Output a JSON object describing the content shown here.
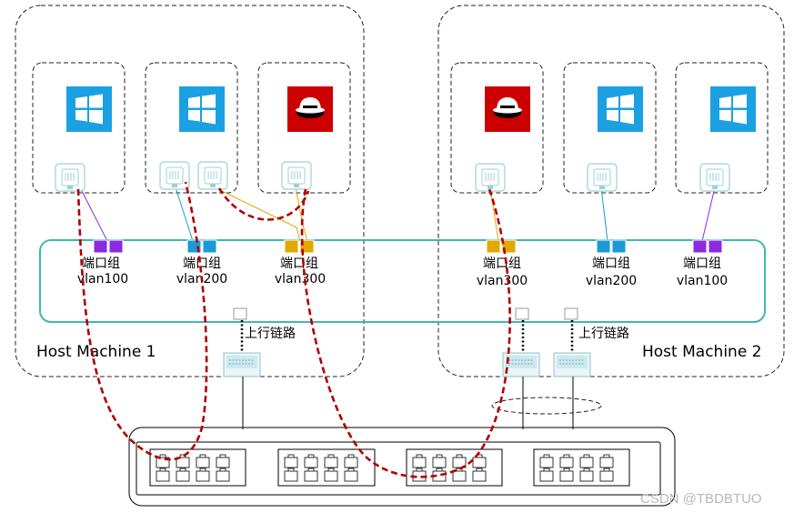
{
  "hosts": [
    {
      "label": "Host Machine 1",
      "uplink_label": "上行链路",
      "vms": [
        {
          "os": "windows",
          "icon": "windows-icon"
        },
        {
          "os": "windows",
          "icon": "windows-icon"
        },
        {
          "os": "redhat",
          "icon": "redhat-icon"
        }
      ],
      "port_groups": [
        {
          "label": "端口组",
          "vlan": "vlan100",
          "color": "#8a2be2"
        },
        {
          "label": "端口组",
          "vlan": "vlan200",
          "color": "#1a9ad6"
        },
        {
          "label": "端口组",
          "vlan": "vlan300",
          "color": "#e0a800"
        }
      ]
    },
    {
      "label": "Host Machine 2",
      "uplink_label": "上行链路",
      "vms": [
        {
          "os": "redhat",
          "icon": "redhat-icon"
        },
        {
          "os": "windows",
          "icon": "windows-icon"
        },
        {
          "os": "windows",
          "icon": "windows-icon"
        }
      ],
      "port_groups": [
        {
          "label": "端口组",
          "vlan": "vlan300",
          "color": "#e0a800"
        },
        {
          "label": "端口组",
          "vlan": "vlan200",
          "color": "#1a9ad6"
        },
        {
          "label": "端口组",
          "vlan": "vlan100",
          "color": "#8a2be2"
        }
      ]
    }
  ],
  "colors": {
    "switch_frame": "#3fb8b0",
    "traffic_path": "#b00000",
    "windows": "#1ba1e2",
    "redhat": "#cc0000"
  },
  "watermark": "CSDN @TBDBTUO"
}
